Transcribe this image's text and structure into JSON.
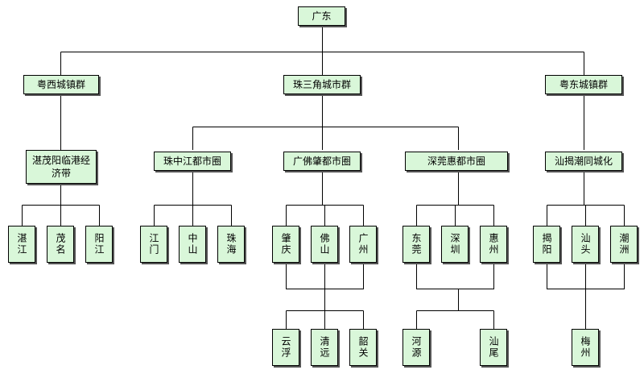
{
  "root": "广东",
  "regions": {
    "west": "粤西城镇群",
    "prd": "珠三角城市群",
    "east": "粤东城镇群"
  },
  "subregions": {
    "zhanmao": "湛茂阳临港经济带",
    "zhuzhongjiang": "珠中江都市圈",
    "guangfozhao": "广佛肇都市圈",
    "shenguanhui": "深莞惠都市圈",
    "shantou": "汕揭潮同城化"
  },
  "cities": {
    "zhanjiang": "湛江",
    "maoming": "茂名",
    "yangjiang": "阳江",
    "jiangmen": "江门",
    "zhongshan": "中山",
    "zhuhai": "珠海",
    "zhaoqing": "肇庆",
    "foshan": "佛山",
    "guangzhou": "广州",
    "dongguan": "东莞",
    "shenzhen": "深圳",
    "huizhou": "惠州",
    "jieyang": "揭阳",
    "shantou": "汕头",
    "chaozhou": "潮洲",
    "yunfu": "云浮",
    "qingyuan": "清远",
    "shaoguan": "韶关",
    "heyuan": "河源",
    "shanwei": "汕尾",
    "meizhou": "梅州"
  }
}
